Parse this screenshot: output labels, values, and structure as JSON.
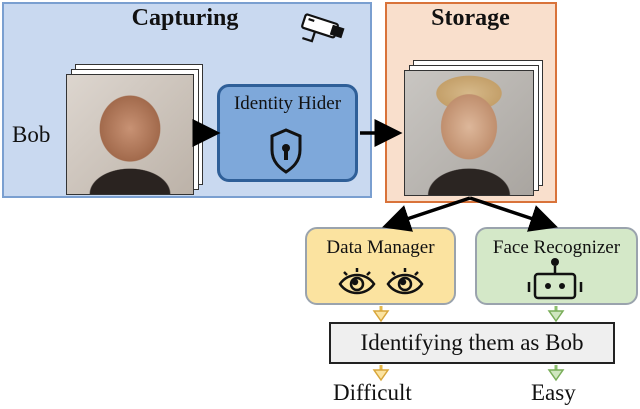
{
  "capturing": {
    "title": "Capturing",
    "person": "Bob"
  },
  "storage": {
    "title": "Storage"
  },
  "identity_hider": {
    "label": "Identity Hider"
  },
  "data_manager": {
    "label": "Data Manager"
  },
  "face_recognizer": {
    "label": "Face Recognizer"
  },
  "identification": {
    "label": "Identifying them as Bob"
  },
  "outcomes": {
    "difficult": "Difficult",
    "easy": "Easy"
  },
  "colors": {
    "capture_panel": "#c9d9f0",
    "storage_panel": "#f9dfcc",
    "identity_hider": "#7ea8da",
    "data_manager": "#fbe3a0",
    "face_recognizer": "#d4e8c8"
  },
  "icons": [
    "camera-icon",
    "shield-lock-icon",
    "eye-icon",
    "robot-icon"
  ]
}
